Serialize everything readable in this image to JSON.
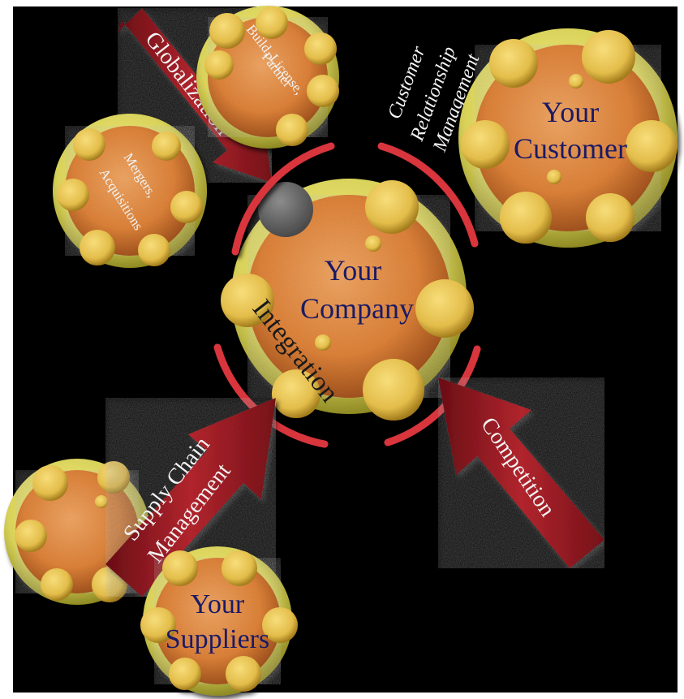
{
  "labels": {
    "globalization": "Globalization",
    "build_license_partner_1": "Build, License,",
    "build_license_partner_2": "Partner",
    "mergers_1": "Mergers,",
    "mergers_2": "Acquisitions",
    "crm_1": "Customer",
    "crm_2": "Relationship",
    "crm_3": "Management",
    "your_customer_1": "Your",
    "your_customer_2": "Customer",
    "your_company_1": "Your",
    "your_company_2": "Company",
    "integration": "Integration",
    "competition": "Competition",
    "scm_1": "Supply Chain",
    "scm_2": "Management",
    "your_suppliers_1": "Your",
    "your_suppliers_2": "Suppliers"
  },
  "colors": {
    "background": "#000000",
    "frame": "#ffffff",
    "disc_rim": "#d8d25a",
    "disc_body": "#e0843a",
    "pod": "#e3bd4a",
    "arrow": "#a8202a",
    "ring": "#d8343c",
    "dark_text": "#1a1a66",
    "light_text": "#f2f2f2"
  }
}
